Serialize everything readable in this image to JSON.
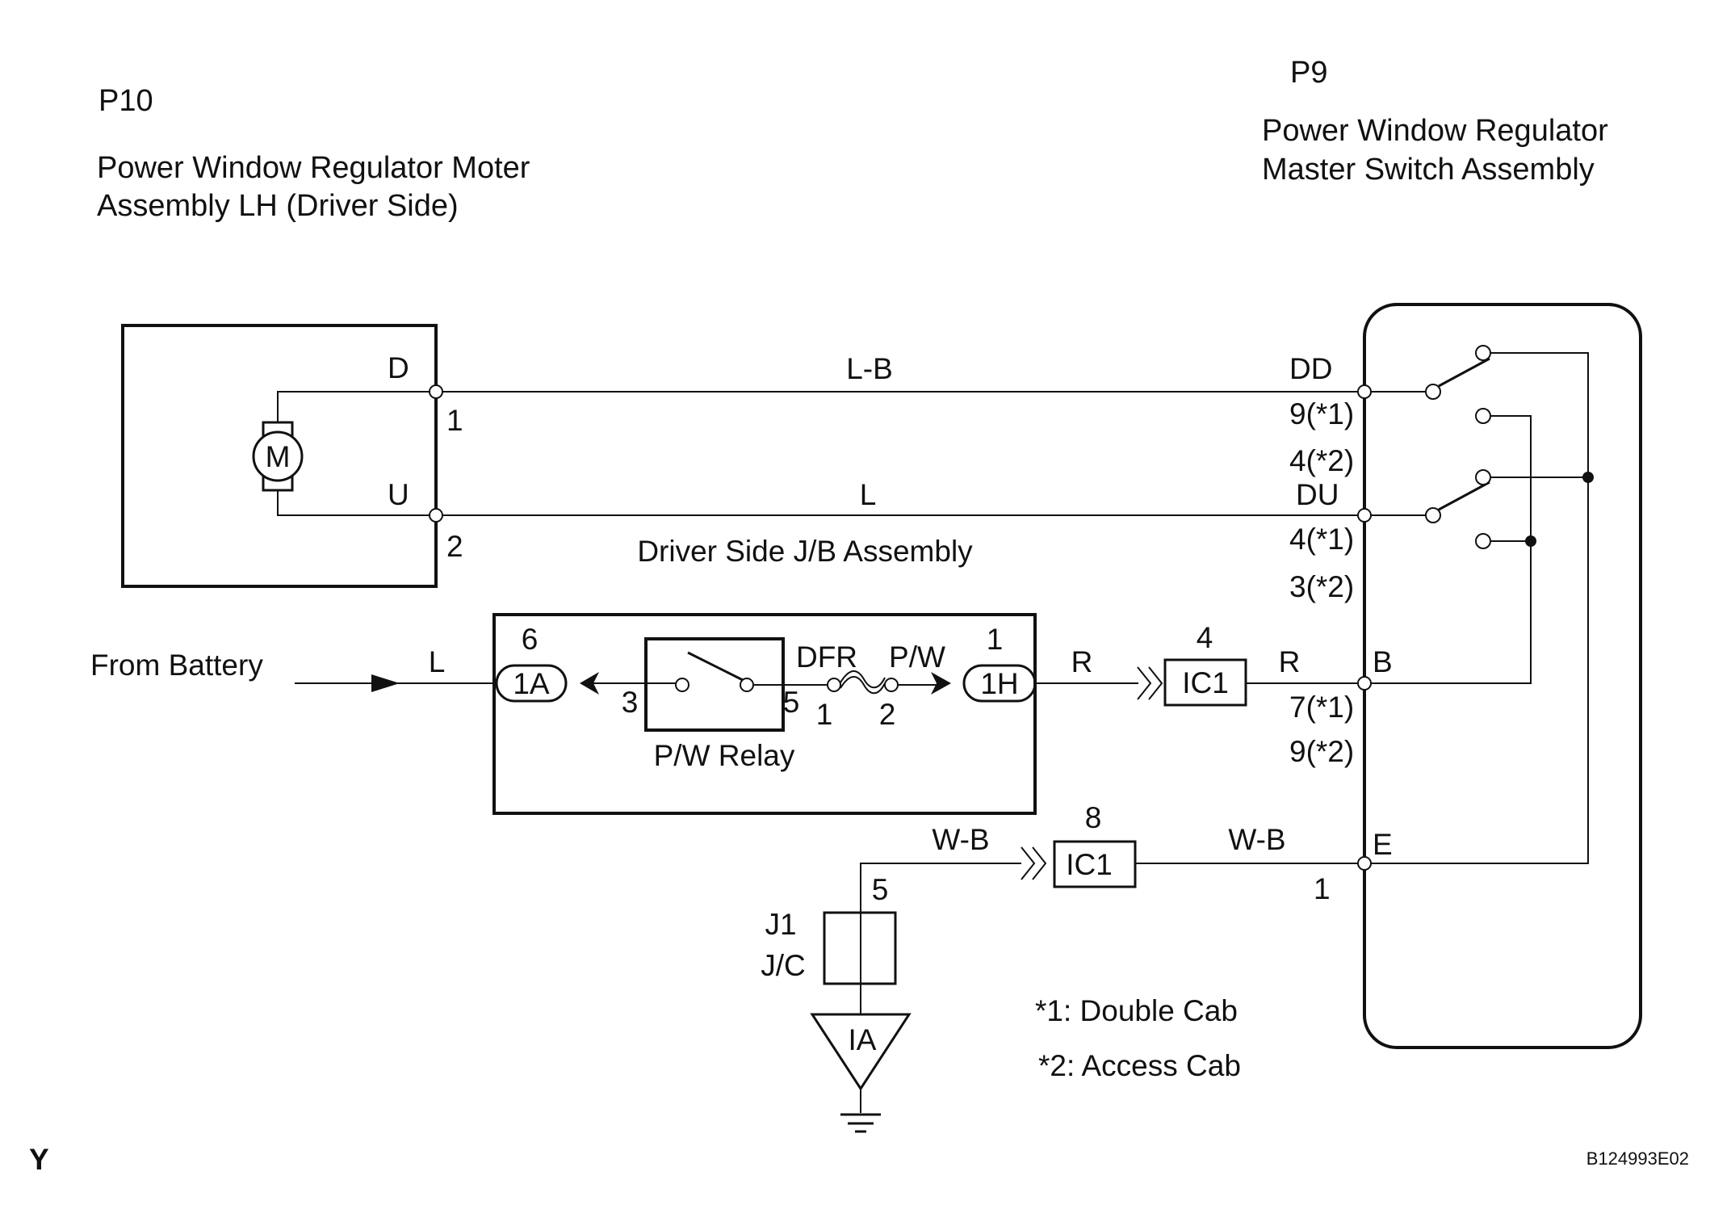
{
  "components": {
    "p10": {
      "code": "P10",
      "name_line1": "Power Window Regulator Moter",
      "name_line2": "Assembly LH (Driver Side)",
      "motor_label": "M",
      "term_d": "D",
      "term_u": "U",
      "pin_d": "1",
      "pin_u": "2"
    },
    "p9": {
      "code": "P9",
      "name_line1": "Power Window Regulator",
      "name_line2": "Master Switch Assembly"
    },
    "junction_block": {
      "name": "Driver Side J/B Assembly",
      "relay_name": "P/W Relay",
      "conn_1a": "1A",
      "conn_1a_pin": "6",
      "conn_1h": "1H",
      "conn_1h_pin": "1",
      "relay_pin_in": "3",
      "relay_pin_out": "5",
      "fuse_name1": "DFR",
      "fuse_name2": "P/W",
      "fuse_pin1": "1",
      "fuse_pin2": "2"
    },
    "ic1_top": {
      "label": "IC1",
      "pin": "4"
    },
    "ic1_bottom": {
      "label": "IC1",
      "pin": "8"
    },
    "j1": {
      "label1": "J1",
      "label2": "J/C",
      "pin": "5"
    },
    "ground": {
      "label": "IA"
    }
  },
  "wires": {
    "lb": "L-B",
    "l_upper": "L",
    "l_battery": "L",
    "r_left": "R",
    "r_right": "R",
    "wb_left": "W-B",
    "wb_right": "W-B"
  },
  "terminals": {
    "dd": {
      "name": "DD",
      "pin_a": "9(*1)",
      "pin_b": "4(*2)"
    },
    "du": {
      "name": "DU",
      "pin_a": "4(*1)",
      "pin_b": "3(*2)"
    },
    "b": {
      "name": "B",
      "pin_a": "7(*1)",
      "pin_b": "9(*2)"
    },
    "e": {
      "name": "E",
      "pin": "1"
    }
  },
  "source": {
    "label": "From Battery"
  },
  "notes": {
    "note1": "*1: Double Cab",
    "note2": "*2: Access Cab"
  },
  "footer": {
    "corner_left": "Y",
    "doc_code": "B124993E02"
  }
}
